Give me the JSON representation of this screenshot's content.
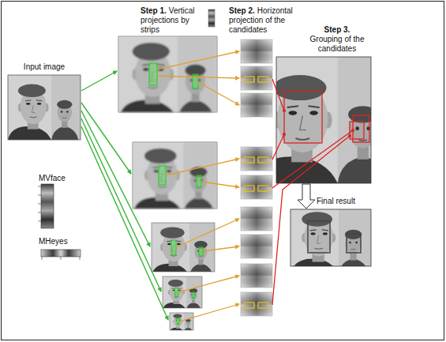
{
  "diagram": {
    "nodes": [
      {
        "text": [
          "Input image"
        ]
      },
      {
        "text": [
          "Step 3.",
          "Grouping of the candidates"
        ]
      },
      {
        "text": [
          "Final result"
        ]
      }
    ],
    "edges": [
      {
        "from": 1,
        "to": 2,
        "arrow": "to"
      }
    ],
    "labels": [
      "Step 1.",
      "Vertical projections by strips",
      "Step 2.",
      "Horizontal projection of the candidates",
      "MVface",
      "MHeyes"
    ]
  }
}
